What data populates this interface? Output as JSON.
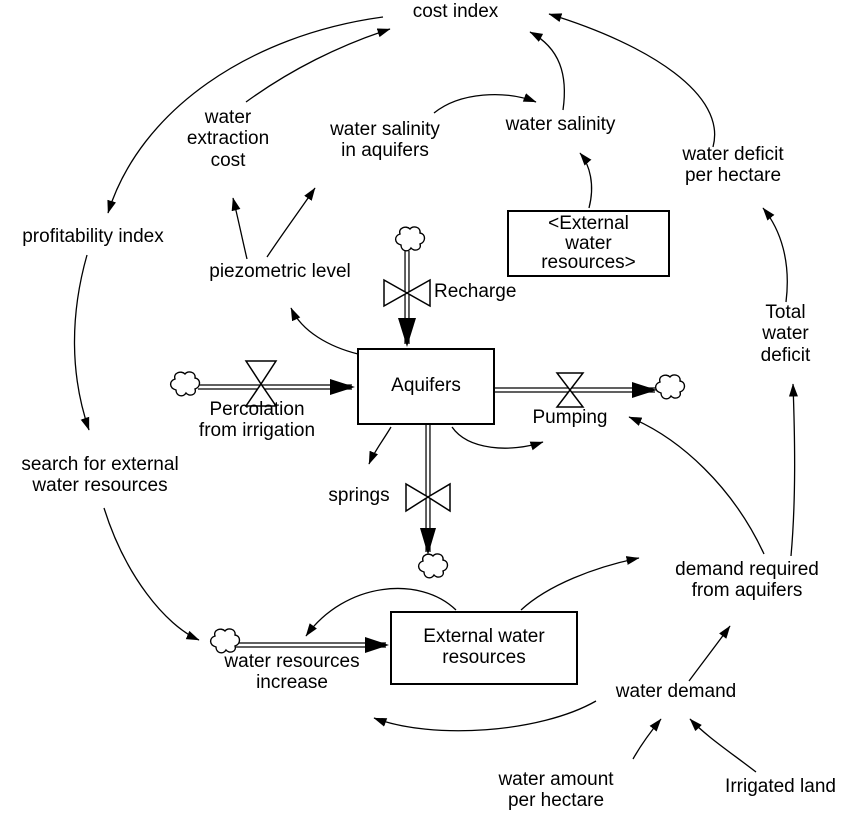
{
  "diagram": {
    "type": "system-dynamics stock and flow diagram",
    "colors": {
      "line": "#000000",
      "background": "#ffffff"
    }
  },
  "nodes": {
    "cost_index": "cost index",
    "water_extraction_cost": "water\nextraction\ncost",
    "water_salinity_in_aquifers": "water salinity\nin aquifers",
    "water_salinity": "water salinity",
    "external_water_resources_ref": "<External\nwater\nresources>",
    "water_deficit_per_hectare": "water deficit\nper hectare",
    "profitability_index": "profitability index",
    "piezometric_level": "piezometric level",
    "recharge": "Recharge",
    "aquifers": "Aquifers",
    "percolation_from_irrigation": "Percolation\nfrom irrigation",
    "pumping": "Pumping",
    "total_water_deficit": "Total\nwater\ndeficit",
    "search_for_external_water_resources": "search for external\nwater resources",
    "springs": "springs",
    "external_water_resources": "External water\nresources",
    "water_resources_increase": "water resources\nincrease",
    "demand_required_from_aquifers": "demand required\nfrom aquifers",
    "water_demand": "water demand",
    "water_amount_per_hectare": "water amount\nper hectare",
    "irrigated_land": "Irrigated land"
  }
}
